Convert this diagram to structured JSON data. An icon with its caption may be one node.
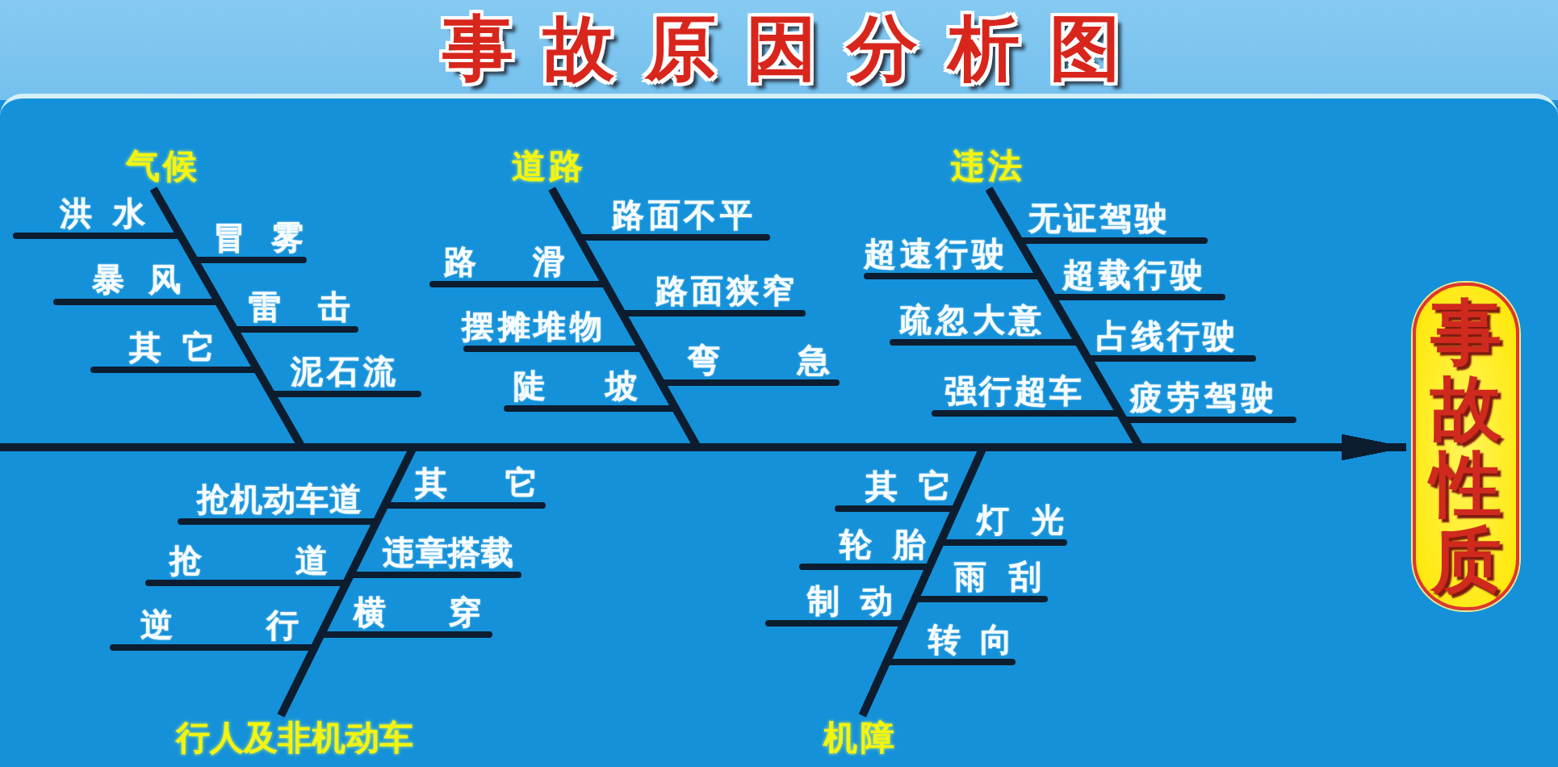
{
  "diagram": {
    "title": "事故原因分析图",
    "nodes": [
      {
        "text": [
          "气候"
        ]
      },
      {
        "text": [
          "洪水"
        ]
      },
      {
        "text": [
          "冒雾"
        ]
      },
      {
        "text": [
          "暴风"
        ]
      },
      {
        "text": [
          "雷击"
        ]
      },
      {
        "text": [
          "其它"
        ]
      },
      {
        "text": [
          "泥石流"
        ]
      },
      {
        "text": [
          "道路"
        ]
      },
      {
        "text": [
          "路面不平"
        ]
      },
      {
        "text": [
          "路滑"
        ]
      },
      {
        "text": [
          "路面狭窄"
        ]
      },
      {
        "text": [
          "摆摊堆物"
        ]
      },
      {
        "text": [
          "弯急"
        ]
      },
      {
        "text": [
          "陡坡"
        ]
      },
      {
        "text": [
          "违法"
        ]
      },
      {
        "text": [
          "无证驾驶"
        ]
      },
      {
        "text": [
          "超速行驶"
        ]
      },
      {
        "text": [
          "超载行驶"
        ]
      },
      {
        "text": [
          "疏忽大意"
        ]
      },
      {
        "text": [
          "占线行驶"
        ]
      },
      {
        "text": [
          "强行超车"
        ]
      },
      {
        "text": [
          "疲劳驾驶"
        ]
      },
      {
        "text": [
          "行人及非机动车"
        ]
      },
      {
        "text": [
          "抢机动车道"
        ]
      },
      {
        "text": [
          "其它"
        ]
      },
      {
        "text": [
          "抢道"
        ]
      },
      {
        "text": [
          "违章搭载"
        ]
      },
      {
        "text": [
          "逆行"
        ]
      },
      {
        "text": [
          "横穿"
        ]
      },
      {
        "text": [
          "机障"
        ]
      },
      {
        "text": [
          "其它"
        ]
      },
      {
        "text": [
          "灯光"
        ]
      },
      {
        "text": [
          "轮胎"
        ]
      },
      {
        "text": [
          "雨刮"
        ]
      },
      {
        "text": [
          "制动"
        ]
      },
      {
        "text": [
          "转向"
        ]
      },
      {
        "text": [
          "事故性质"
        ]
      }
    ],
    "edges": [
      {
        "from": 0,
        "to": 36,
        "arrow": "to"
      },
      {
        "from": 7,
        "to": 36,
        "arrow": "to"
      },
      {
        "from": 14,
        "to": 36,
        "arrow": "to"
      },
      {
        "from": 22,
        "to": 36,
        "arrow": "to"
      },
      {
        "from": 29,
        "to": 36,
        "arrow": "to"
      },
      {
        "from": 1,
        "to": 0,
        "arrow": "none"
      },
      {
        "from": 2,
        "to": 0,
        "arrow": "none"
      },
      {
        "from": 3,
        "to": 0,
        "arrow": "none"
      },
      {
        "from": 4,
        "to": 0,
        "arrow": "none"
      },
      {
        "from": 5,
        "to": 0,
        "arrow": "none"
      },
      {
        "from": 6,
        "to": 0,
        "arrow": "none"
      },
      {
        "from": 8,
        "to": 7,
        "arrow": "none"
      },
      {
        "from": 9,
        "to": 7,
        "arrow": "none"
      },
      {
        "from": 10,
        "to": 7,
        "arrow": "none"
      },
      {
        "from": 11,
        "to": 7,
        "arrow": "none"
      },
      {
        "from": 12,
        "to": 7,
        "arrow": "none"
      },
      {
        "from": 13,
        "to": 7,
        "arrow": "none"
      },
      {
        "from": 15,
        "to": 14,
        "arrow": "none"
      },
      {
        "from": 16,
        "to": 14,
        "arrow": "none"
      },
      {
        "from": 17,
        "to": 14,
        "arrow": "none"
      },
      {
        "from": 18,
        "to": 14,
        "arrow": "none"
      },
      {
        "from": 19,
        "to": 14,
        "arrow": "none"
      },
      {
        "from": 20,
        "to": 14,
        "arrow": "none"
      },
      {
        "from": 21,
        "to": 14,
        "arrow": "none"
      },
      {
        "from": 23,
        "to": 22,
        "arrow": "none"
      },
      {
        "from": 24,
        "to": 22,
        "arrow": "none"
      },
      {
        "from": 25,
        "to": 22,
        "arrow": "none"
      },
      {
        "from": 26,
        "to": 22,
        "arrow": "none"
      },
      {
        "from": 27,
        "to": 22,
        "arrow": "none"
      },
      {
        "from": 28,
        "to": 22,
        "arrow": "none"
      },
      {
        "from": 30,
        "to": 29,
        "arrow": "none"
      },
      {
        "from": 31,
        "to": 29,
        "arrow": "none"
      },
      {
        "from": 32,
        "to": 29,
        "arrow": "none"
      },
      {
        "from": 33,
        "to": 29,
        "arrow": "none"
      },
      {
        "from": 34,
        "to": 29,
        "arrow": "none"
      },
      {
        "from": 35,
        "to": 29,
        "arrow": "none"
      }
    ]
  }
}
